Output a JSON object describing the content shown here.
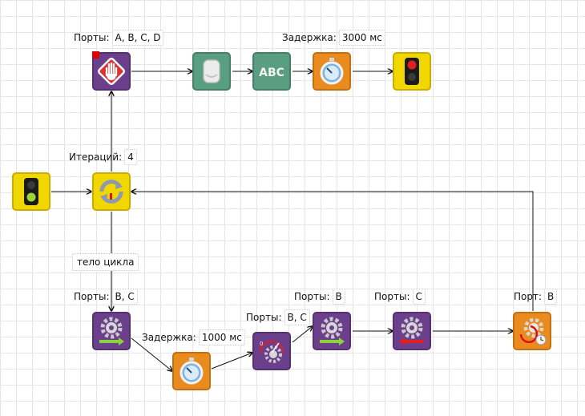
{
  "labels": {
    "ports_label": "Порты:",
    "port_label": "Порт:",
    "delay_label": "Задержка:",
    "iterations_label": "Итераций:",
    "ms_unit": "мс",
    "loop_body": "тело цикла"
  },
  "values": {
    "stop_ports": "A, B, C, D",
    "delay_top": "3000",
    "iterations": "4",
    "motor_on_ports": "B, C",
    "delay_bottom": "1000",
    "motor_read_ports": "B, C",
    "motor_b_ports": "B",
    "motor_c_ports": "C",
    "motor_reset_port": "B"
  },
  "text_block": "ABC",
  "icons": {
    "start": "green-light-icon",
    "loop": "loop-arrows-icon",
    "stop_motors": "hand-stop-icon",
    "clear_screen": "eraser-icon",
    "display_text": "abc-text-icon",
    "delay": "stopwatch-icon",
    "end": "red-light-icon",
    "motor_forward": "gear-forward-icon",
    "motor_back": "gear-backward-icon",
    "motor_sensor": "gauge-gear-icon",
    "motor_reset": "gear-reset-icon"
  },
  "colors": {
    "purple_block": "#6b3f8c",
    "yellow_block": "#f2d600",
    "green_block": "#5a9e82",
    "orange_block": "#e98b1e",
    "wire": "#111111",
    "grid": "#e6e6e6"
  }
}
